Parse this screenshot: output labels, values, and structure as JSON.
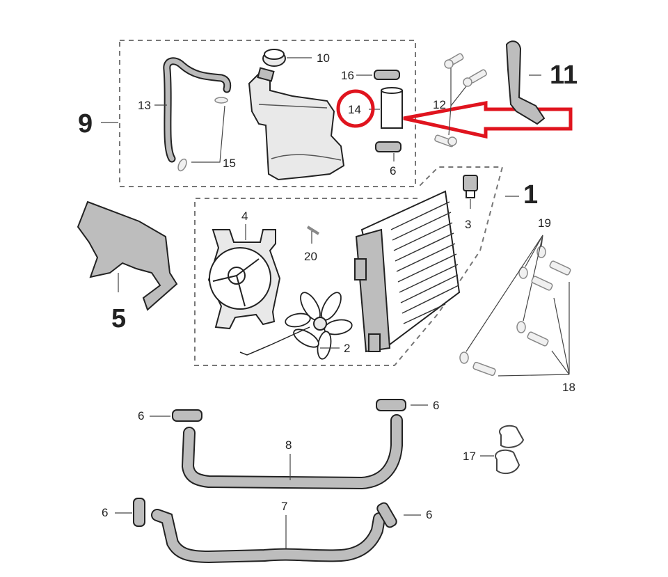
{
  "diagram": {
    "title": "Scooter cooling system exploded parts diagram",
    "highlight_color": "#e0141e",
    "highlighted_part": "14",
    "groups": [
      {
        "id": "9",
        "label": "9",
        "description": "Expansion tank assembly"
      },
      {
        "id": "1",
        "label": "1",
        "description": "Radiator assembly"
      }
    ],
    "callouts": {
      "c1": "1",
      "c2": "2",
      "c3": "3",
      "c4": "4",
      "c5": "5",
      "c6a": "6",
      "c6b": "6",
      "c6c": "6",
      "c6d": "6",
      "c6e": "6",
      "c7": "7",
      "c8": "8",
      "c9": "9",
      "c10": "10",
      "c11": "11",
      "c12": "12",
      "c13": "13",
      "c14": "14",
      "c15": "15",
      "c16": "16",
      "c17": "17",
      "c18": "18",
      "c19": "19",
      "c20": "20"
    },
    "parts": [
      {
        "num": "1",
        "name": "radiator"
      },
      {
        "num": "2",
        "name": "fan"
      },
      {
        "num": "3",
        "name": "thermo-switch"
      },
      {
        "num": "4",
        "name": "fan shroud"
      },
      {
        "num": "5",
        "name": "cover"
      },
      {
        "num": "6",
        "name": "hose clamp"
      },
      {
        "num": "7",
        "name": "lower hose"
      },
      {
        "num": "8",
        "name": "upper hose"
      },
      {
        "num": "9",
        "name": "expansion tank group"
      },
      {
        "num": "10",
        "name": "tank cap"
      },
      {
        "num": "11",
        "name": "bracket"
      },
      {
        "num": "12",
        "name": "screws"
      },
      {
        "num": "13",
        "name": "overflow hose"
      },
      {
        "num": "14",
        "name": "hose sleeve"
      },
      {
        "num": "15",
        "name": "small clips"
      },
      {
        "num": "16",
        "name": "clamp"
      },
      {
        "num": "17",
        "name": "clips"
      },
      {
        "num": "18",
        "name": "bolts"
      },
      {
        "num": "19",
        "name": "washers"
      },
      {
        "num": "20",
        "name": "screw"
      }
    ]
  }
}
